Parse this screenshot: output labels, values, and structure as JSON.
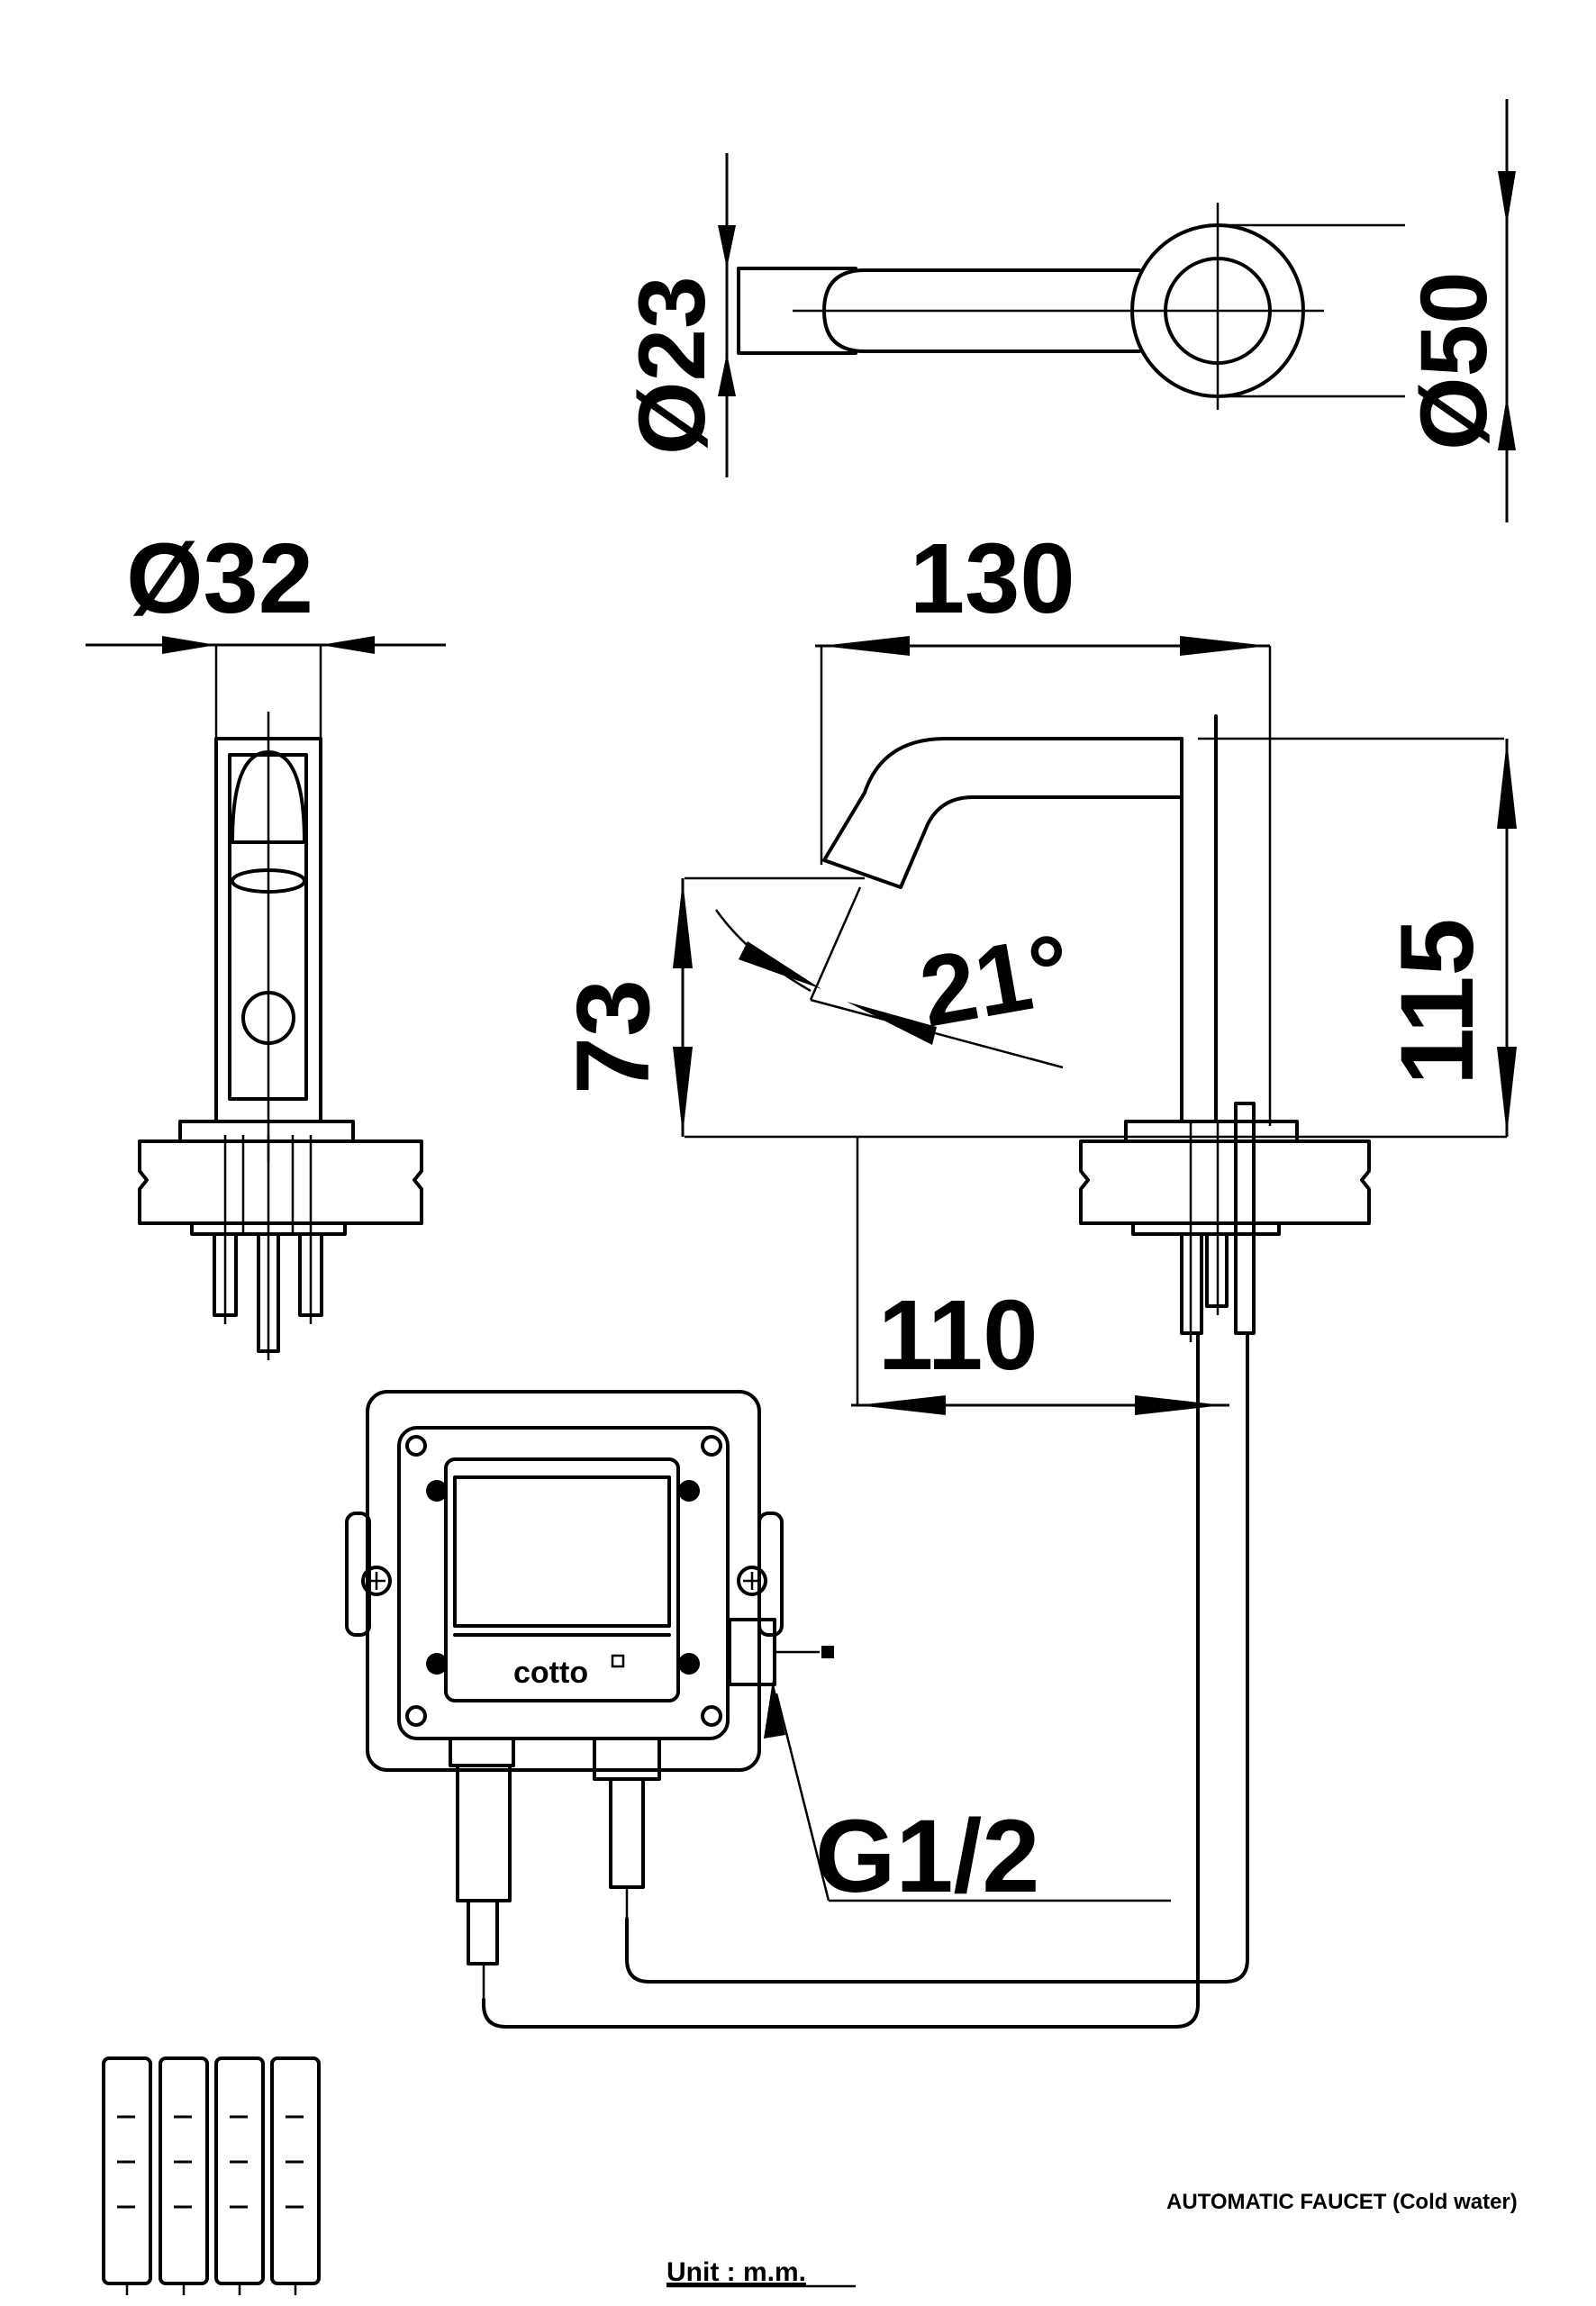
{
  "dimensions": {
    "d23": "Ø23",
    "d50": "Ø50",
    "d32": "Ø32",
    "w130": "130",
    "h115": "115",
    "h73": "73",
    "angle": "21°",
    "w110": "110",
    "thread": "G1/2"
  },
  "brand": "cotto",
  "footer": {
    "unit": "Unit : m.m.",
    "title": "AUTOMATIC FAUCET (Cold water)"
  }
}
